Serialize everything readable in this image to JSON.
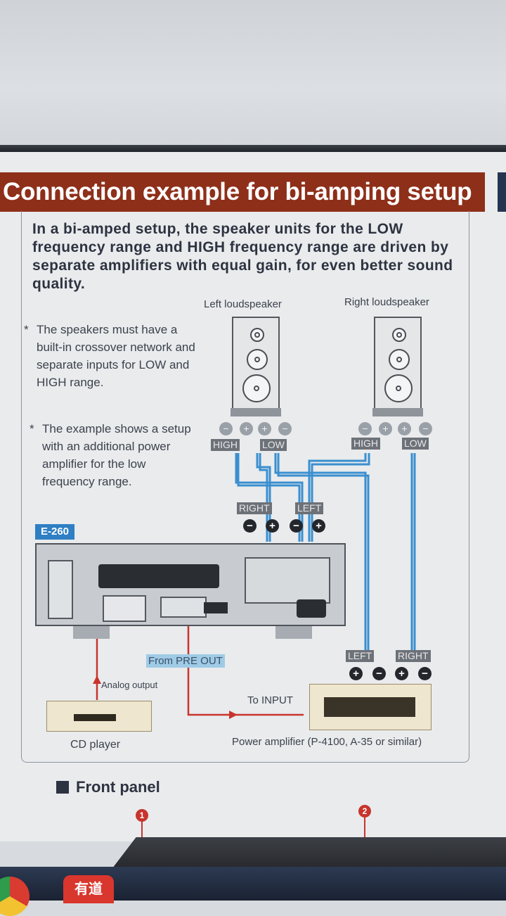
{
  "title": "Connection example for bi-amping setup",
  "intro": "In a bi-amped setup, the speaker units for the LOW frequency range and HIGH frequency range are driven by separate amplifiers with equal gain, for even better sound quality.",
  "notes": [
    {
      "star": "*",
      "text": "The speakers must have a built-in crossover network and separate inputs for LOW and HIGH range."
    },
    {
      "star": "*",
      "text": "The example shows a setup with an additional power amplifier for the low frequency range."
    }
  ],
  "diagram": {
    "left_speaker": "Left loudspeaker",
    "right_speaker": "Right loudspeaker",
    "high": "HIGH",
    "low": "LOW",
    "right": "RIGHT",
    "left": "LEFT",
    "minus": "−",
    "plus": "+",
    "model": "E-260",
    "from_pre_out": "From PRE OUT",
    "analog_output": "Analog output",
    "to_input": "To INPUT",
    "cd_player": "CD player",
    "power_amplifier": "Power amplifier (P-4100, A-35 or similar)"
  },
  "section": {
    "front_panel": "Front panel",
    "badge1": "1",
    "badge2": "2"
  },
  "taskbar": {
    "app_label": "有道"
  },
  "colors": {
    "title_bg": "#8e2f1a",
    "wire_blue": "#3a8fd0",
    "wire_red": "#c8342c",
    "model_tag": "#2f7fc4"
  }
}
